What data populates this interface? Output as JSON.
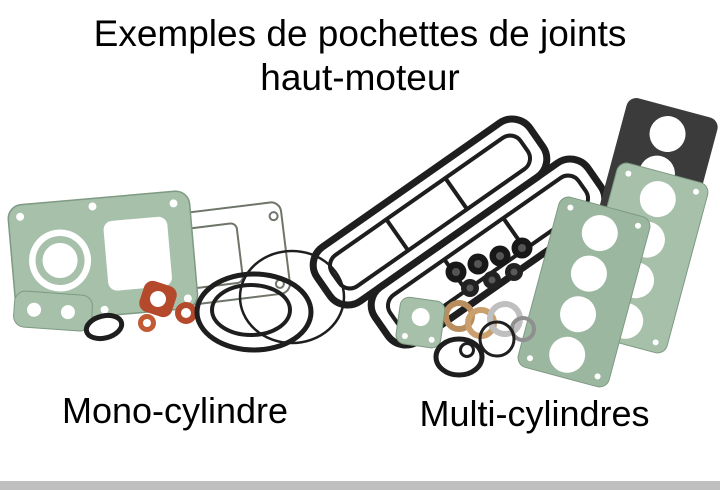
{
  "title": {
    "line1": "Exemples de pochettes de joints",
    "line2": "haut-moteur"
  },
  "captions": {
    "mono": "Mono-cylindre",
    "multi": "Multi-cylindres"
  },
  "colors": {
    "gasket_green": "#a6c0aa",
    "gasket_green_dark": "#9bb79f",
    "gasket_outline": "#7e9a82",
    "seal_orange": "#b5492b",
    "seal_orange_light": "#c25a33",
    "copper": "#b98e5f",
    "copper_light": "#caa06e",
    "ring_black": "#1e1e1e",
    "head_gasket_black": "#3b3b3b",
    "footer_bar": "#bfbfbf"
  }
}
